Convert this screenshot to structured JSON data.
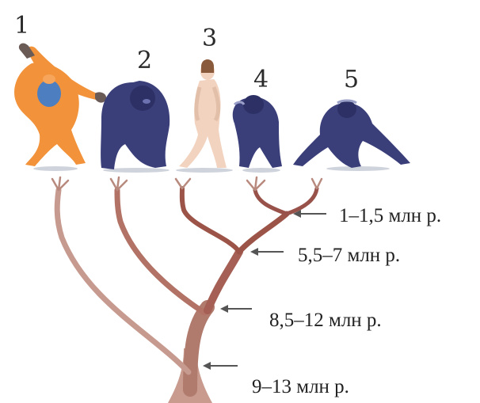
{
  "species": [
    {
      "number": "1",
      "icon": "orangutan-icon"
    },
    {
      "number": "2",
      "icon": "gorilla-icon"
    },
    {
      "number": "3",
      "icon": "human-icon"
    },
    {
      "number": "4",
      "icon": "chimpanzee-icon"
    },
    {
      "number": "5",
      "icon": "bonobo-icon"
    }
  ],
  "divergence_labels": [
    {
      "text": "1–1,5 млн р."
    },
    {
      "text": "5,5–7 млн р."
    },
    {
      "text": "8,5–12 млн р."
    },
    {
      "text": "9–13 млн р."
    }
  ],
  "colors": {
    "branch": "#a8655a",
    "branch_dark": "#8e4b42",
    "ape_body": "#3a3f7a",
    "orangutan": "#f2923a",
    "orangutan_face": "#4d7fc0",
    "human_skin": "#f2d3bf",
    "arrow": "#555555"
  }
}
